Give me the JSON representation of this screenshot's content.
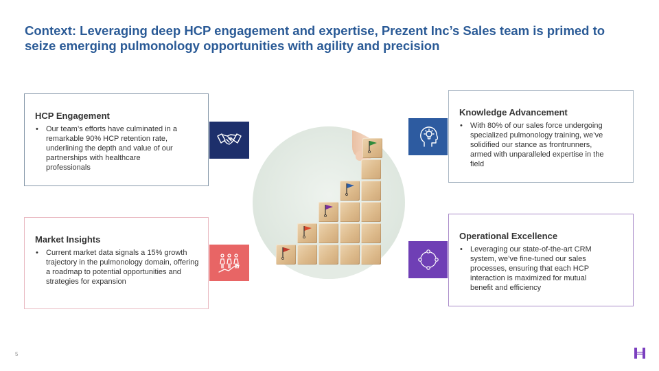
{
  "title": "Context: Leveraging deep HCP engagement and expertise, Prezent Inc’s Sales team is primed to seize emerging pulmonology opportunities with agility and precision",
  "cards": {
    "hcp": {
      "heading": "HCP Engagement",
      "bullet": "Our team’s efforts have culminated in a remarkable 90% HCP retention rate, underlining the depth and value of our partnerships with healthcare professionals",
      "icon": "handshake-icon"
    },
    "market": {
      "heading": "Market Insights",
      "bullet": "Current market data signals a 15% growth trajectory in the pulmonology domain, offering a roadmap to potential opportunities and strategies for expansion",
      "icon": "growth-people-icon"
    },
    "knowledge": {
      "heading": "Knowledge Advancement",
      "bullet": "With 80% of our sales force undergoing specialized pulmonology training, we’ve solidified our stance as frontrunners, armed with unparalleled expertise in the field",
      "icon": "head-lightbulb-icon"
    },
    "operational": {
      "heading": "Operational Excellence",
      "bullet": "Leveraging our state-of-the-art CRM system, we’ve fine-tuned our sales processes, ensuring that each HCP interaction is maximized for mutual benefit and efficiency",
      "icon": "cycle-network-icon"
    }
  },
  "colors": {
    "title": "#2a5a96",
    "navy": "#1d2f6b",
    "coral": "#e86565",
    "blue": "#2d5ba0",
    "purple": "#6f3fb5"
  },
  "footer": {
    "page_number": "5"
  }
}
